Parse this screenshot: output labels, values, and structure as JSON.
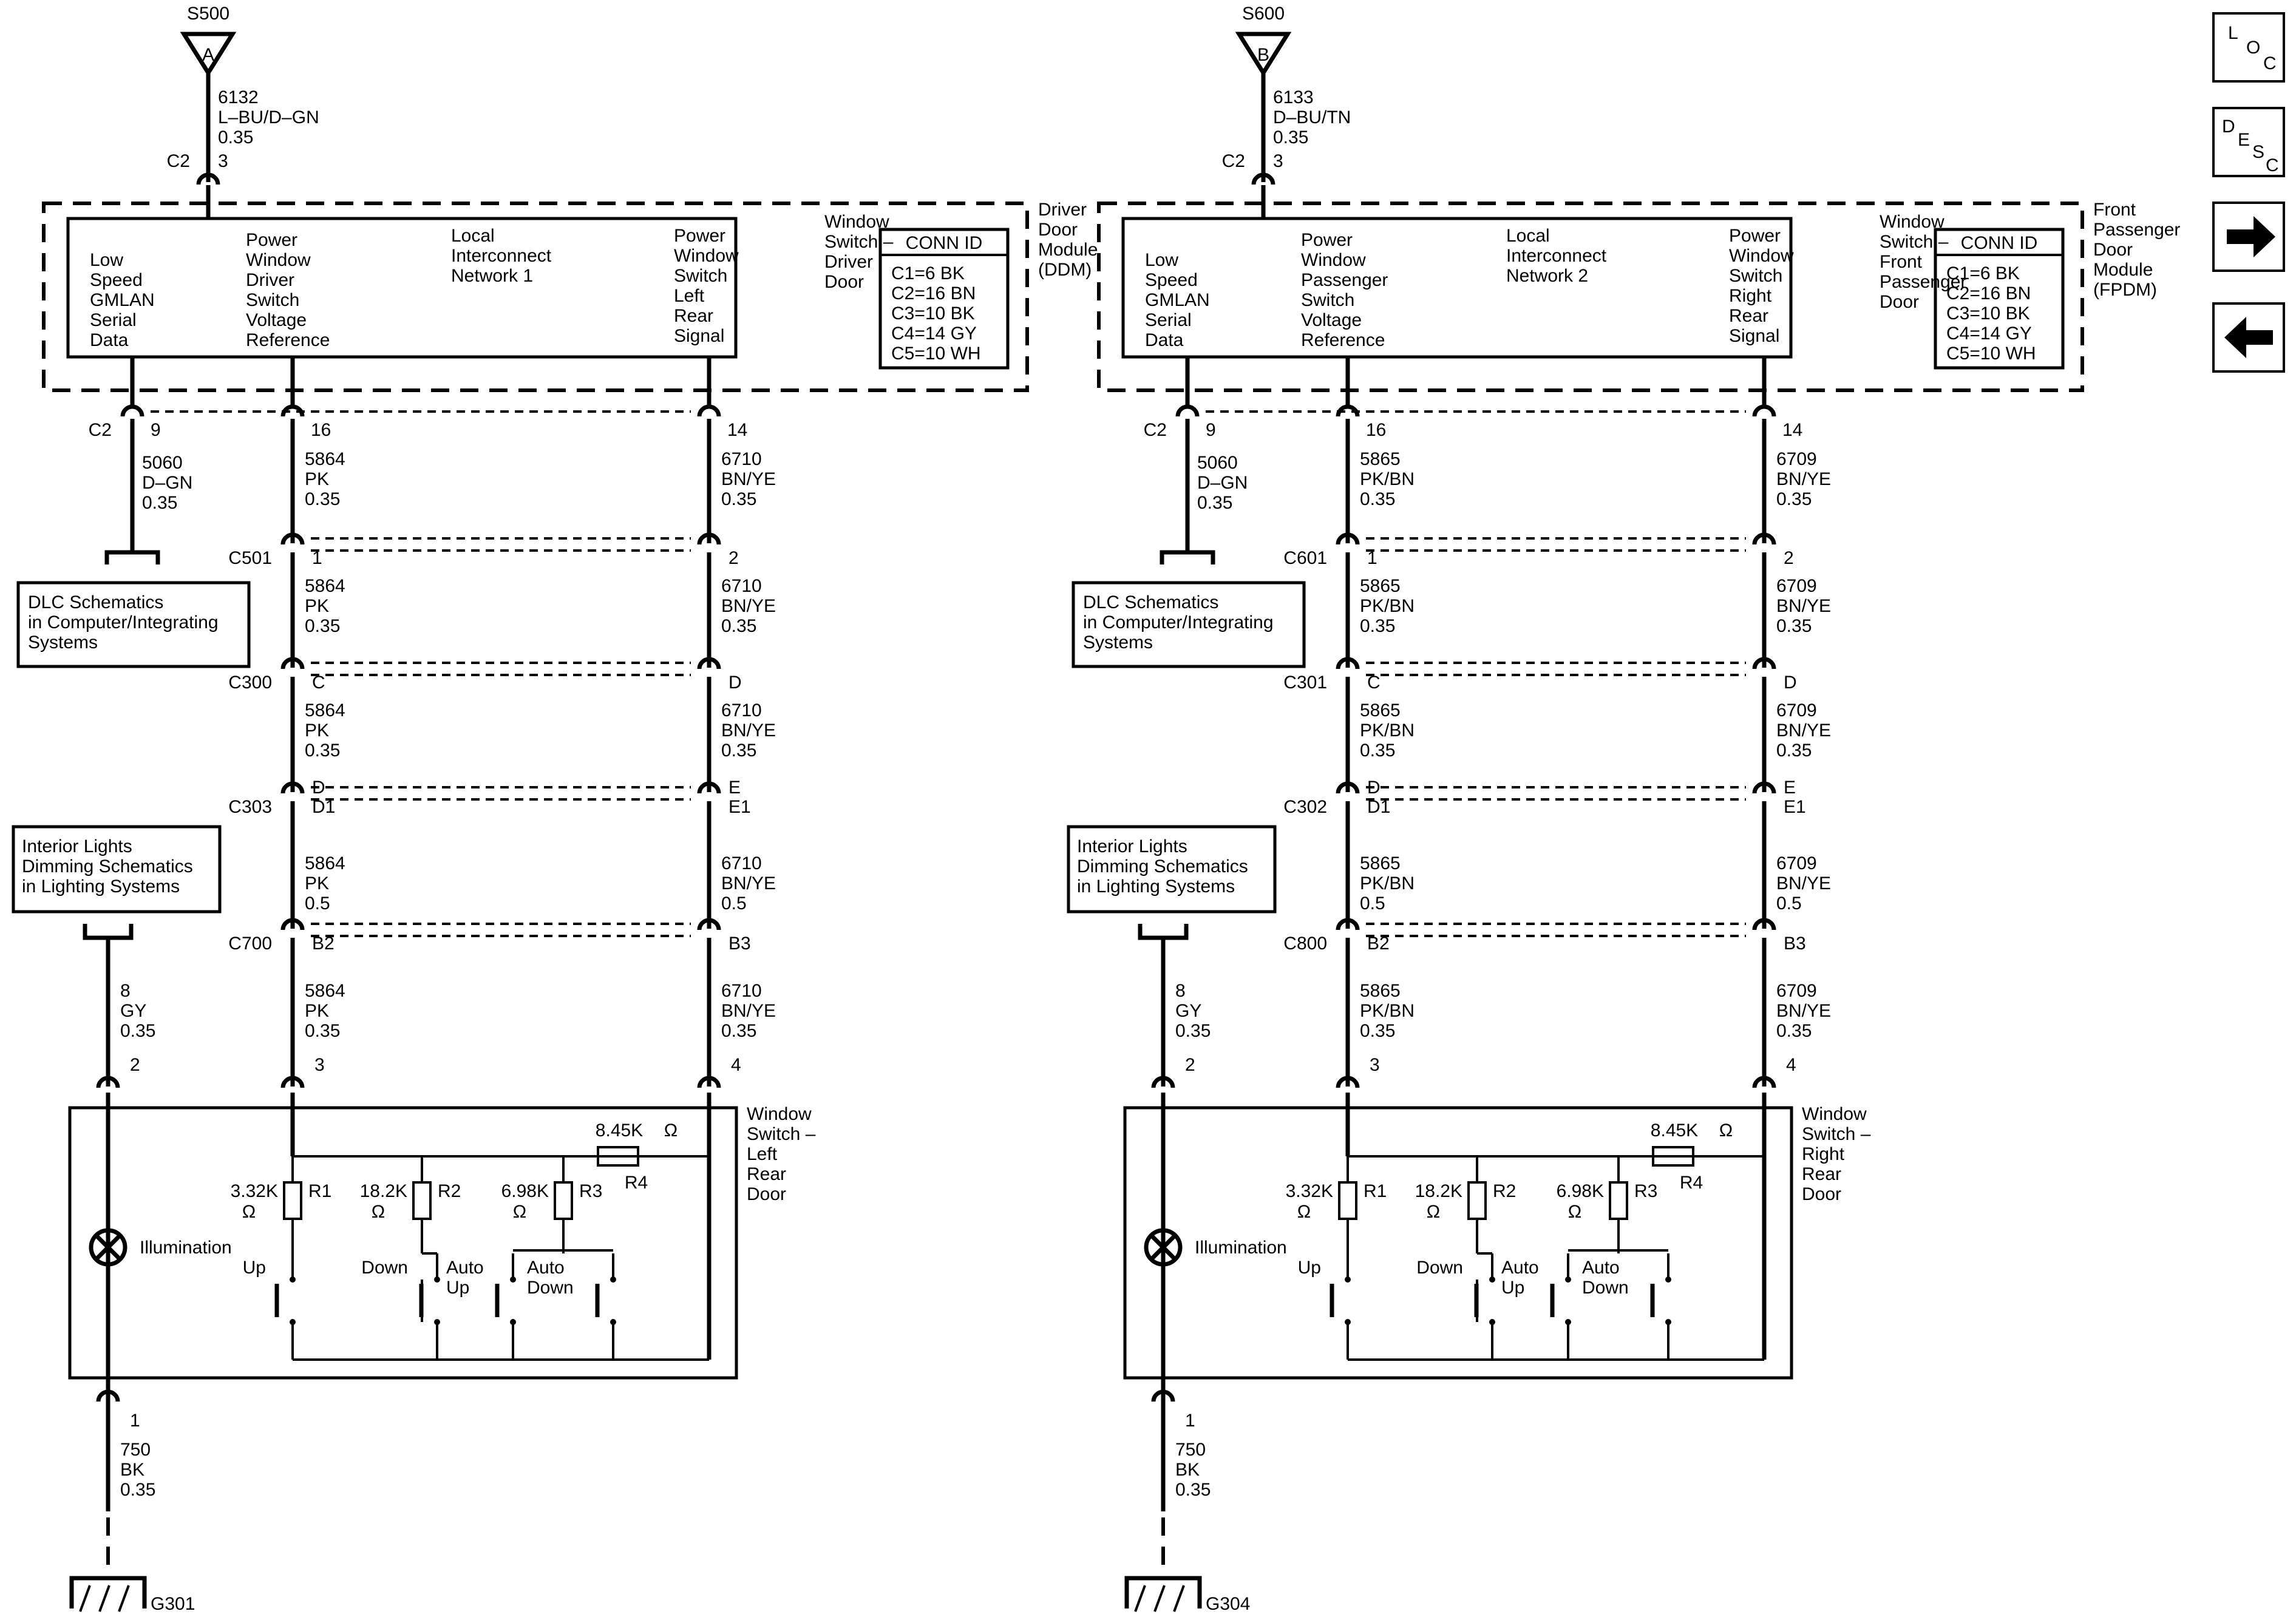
{
  "nav": {
    "loc": "L O C",
    "desc": "D E S C",
    "loc_l": "L",
    "loc_o": "O",
    "loc_c": "C",
    "desc_d": "D",
    "desc_e": "E",
    "desc_s": "S",
    "desc_c": "C"
  },
  "left": {
    "splice": "S500",
    "splice_letter": "A",
    "top_circuit": "6132",
    "top_color": "L–BU/D–GN",
    "top_size": "0.35",
    "top_conn": "C2",
    "top_pin": "3",
    "module_title": [
      "Driver",
      "Door",
      "Module",
      "(DDM)"
    ],
    "switch_title": [
      "Window",
      "Switch –",
      "Driver",
      "Door"
    ],
    "label_gmlan": [
      "Low",
      "Speed",
      "GMLAN",
      "Serial",
      "Data"
    ],
    "label_ref": [
      "Power",
      "Window",
      "Driver",
      "Switch",
      "Voltage",
      "Reference"
    ],
    "label_lin": [
      "Local",
      "Interconnect",
      "Network 1"
    ],
    "label_sig": [
      "Power",
      "Window",
      "Switch",
      "Left",
      "Rear",
      "Signal"
    ],
    "conn_header": "CONN ID",
    "conn_list": [
      "C1=6 BK",
      "C2=16 BN",
      "C3=10 BK",
      "C4=14 GY",
      "C5=10 WH"
    ],
    "c2": "C2",
    "pin9": "9",
    "pin16": "16",
    "pin14": "14",
    "w_gmlan": [
      "5060",
      "D–GN",
      "0.35"
    ],
    "dlc": [
      "DLC Schematics",
      "in Computer/Integrating",
      "Systems"
    ],
    "dim": [
      "Interior Lights",
      "Dimming Schematics",
      "in Lighting Systems"
    ],
    "c501": "C501",
    "c501_a": "1",
    "c501_b": "2",
    "c300": "C300",
    "c300_a": "C",
    "c300_b": "D",
    "c303": "C303",
    "c303_a1": "D",
    "c303_a2": "D1",
    "c303_b1": "E",
    "c303_b2": "E1",
    "c700": "C700",
    "c700_a": "B2",
    "c700_b": "B3",
    "wa1": [
      "5864",
      "PK",
      "0.35"
    ],
    "wb1": [
      "6710",
      "BN/YE",
      "0.35"
    ],
    "wa2": [
      "5864",
      "PK",
      "0.35"
    ],
    "wb2": [
      "6710",
      "BN/YE",
      "0.35"
    ],
    "wa3": [
      "5864",
      "PK",
      "0.35"
    ],
    "wb3": [
      "6710",
      "BN/YE",
      "0.35"
    ],
    "wa4": [
      "5864",
      "PK",
      "0.5"
    ],
    "wb4": [
      "6710",
      "BN/YE",
      "0.5"
    ],
    "wa5": [
      "5864",
      "PK",
      "0.35"
    ],
    "wb5": [
      "6710",
      "BN/YE",
      "0.35"
    ],
    "w_gy": [
      "8",
      "GY",
      "0.35"
    ],
    "sw_pin2": "2",
    "sw_pin3": "3",
    "sw_pin4": "4",
    "sw_pin1": "1",
    "sw_title": [
      "Window",
      "Switch –",
      "Left",
      "Rear",
      "Door"
    ],
    "illum": "Illumination",
    "r1": "R1",
    "r1v": "3.32K",
    "r2": "R2",
    "r2v": "18.2K",
    "r3": "R3",
    "r3v": "6.98K",
    "r4": "R4",
    "r4v": "8.45K",
    "ohm": "Ω",
    "up": "Up",
    "down": "Down",
    "auto_up": [
      "Auto",
      "Up"
    ],
    "auto_down": [
      "Auto",
      "Down"
    ],
    "w_ground": [
      "750",
      "BK",
      "0.35"
    ],
    "ground": "G301"
  },
  "right": {
    "splice": "S600",
    "splice_letter": "B",
    "top_circuit": "6133",
    "top_color": "D–BU/TN",
    "top_size": "0.35",
    "top_conn": "C2",
    "top_pin": "3",
    "module_title": [
      "Front",
      "Passenger",
      "Door",
      "Module",
      "(FPDM)"
    ],
    "switch_title": [
      "Window",
      "Switch –",
      "Front",
      "Passenger",
      "Door"
    ],
    "label_gmlan": [
      "Low",
      "Speed",
      "GMLAN",
      "Serial",
      "Data"
    ],
    "label_ref": [
      "Power",
      "Window",
      "Passenger",
      "Switch",
      "Voltage",
      "Reference"
    ],
    "label_lin": [
      "Local",
      "Interconnect",
      "Network 2"
    ],
    "label_sig": [
      "Power",
      "Window",
      "Switch",
      "Right",
      "Rear",
      "Signal"
    ],
    "conn_header": "CONN ID",
    "conn_list": [
      "C1=6 BK",
      "C2=16 BN",
      "C3=10 BK",
      "C4=14 GY",
      "C5=10 WH"
    ],
    "c2": "C2",
    "pin9": "9",
    "pin16": "16",
    "pin14": "14",
    "w_gmlan": [
      "5060",
      "D–GN",
      "0.35"
    ],
    "dlc": [
      "DLC Schematics",
      "in Computer/Integrating",
      "Systems"
    ],
    "dim": [
      "Interior Lights",
      "Dimming Schematics",
      "in Lighting Systems"
    ],
    "c501": "C601",
    "c501_a": "1",
    "c501_b": "2",
    "c300": "C301",
    "c300_a": "C",
    "c300_b": "D",
    "c303": "C302",
    "c303_a1": "D",
    "c303_a2": "D1",
    "c303_b1": "E",
    "c303_b2": "E1",
    "c700": "C800",
    "c700_a": "B2",
    "c700_b": "B3",
    "wa1": [
      "5865",
      "PK/BN",
      "0.35"
    ],
    "wb1": [
      "6709",
      "BN/YE",
      "0.35"
    ],
    "wa2": [
      "5865",
      "PK/BN",
      "0.35"
    ],
    "wb2": [
      "6709",
      "BN/YE",
      "0.35"
    ],
    "wa3": [
      "5865",
      "PK/BN",
      "0.35"
    ],
    "wb3": [
      "6709",
      "BN/YE",
      "0.35"
    ],
    "wa4": [
      "5865",
      "PK/BN",
      "0.5"
    ],
    "wb4": [
      "6709",
      "BN/YE",
      "0.5"
    ],
    "wa5": [
      "5865",
      "PK/BN",
      "0.35"
    ],
    "wb5": [
      "6709",
      "BN/YE",
      "0.35"
    ],
    "w_gy": [
      "8",
      "GY",
      "0.35"
    ],
    "sw_pin2": "2",
    "sw_pin3": "3",
    "sw_pin4": "4",
    "sw_pin1": "1",
    "sw_title": [
      "Window",
      "Switch –",
      "Right",
      "Rear",
      "Door"
    ],
    "illum": "Illumination",
    "r1": "R1",
    "r1v": "3.32K",
    "r2": "R2",
    "r2v": "18.2K",
    "r3": "R3",
    "r3v": "6.98K",
    "r4": "R4",
    "r4v": "8.45K",
    "ohm": "Ω",
    "up": "Up",
    "down": "Down",
    "auto_up": [
      "Auto",
      "Up"
    ],
    "auto_down": [
      "Auto",
      "Down"
    ],
    "w_ground": [
      "750",
      "BK",
      "0.35"
    ],
    "ground": "G304"
  }
}
